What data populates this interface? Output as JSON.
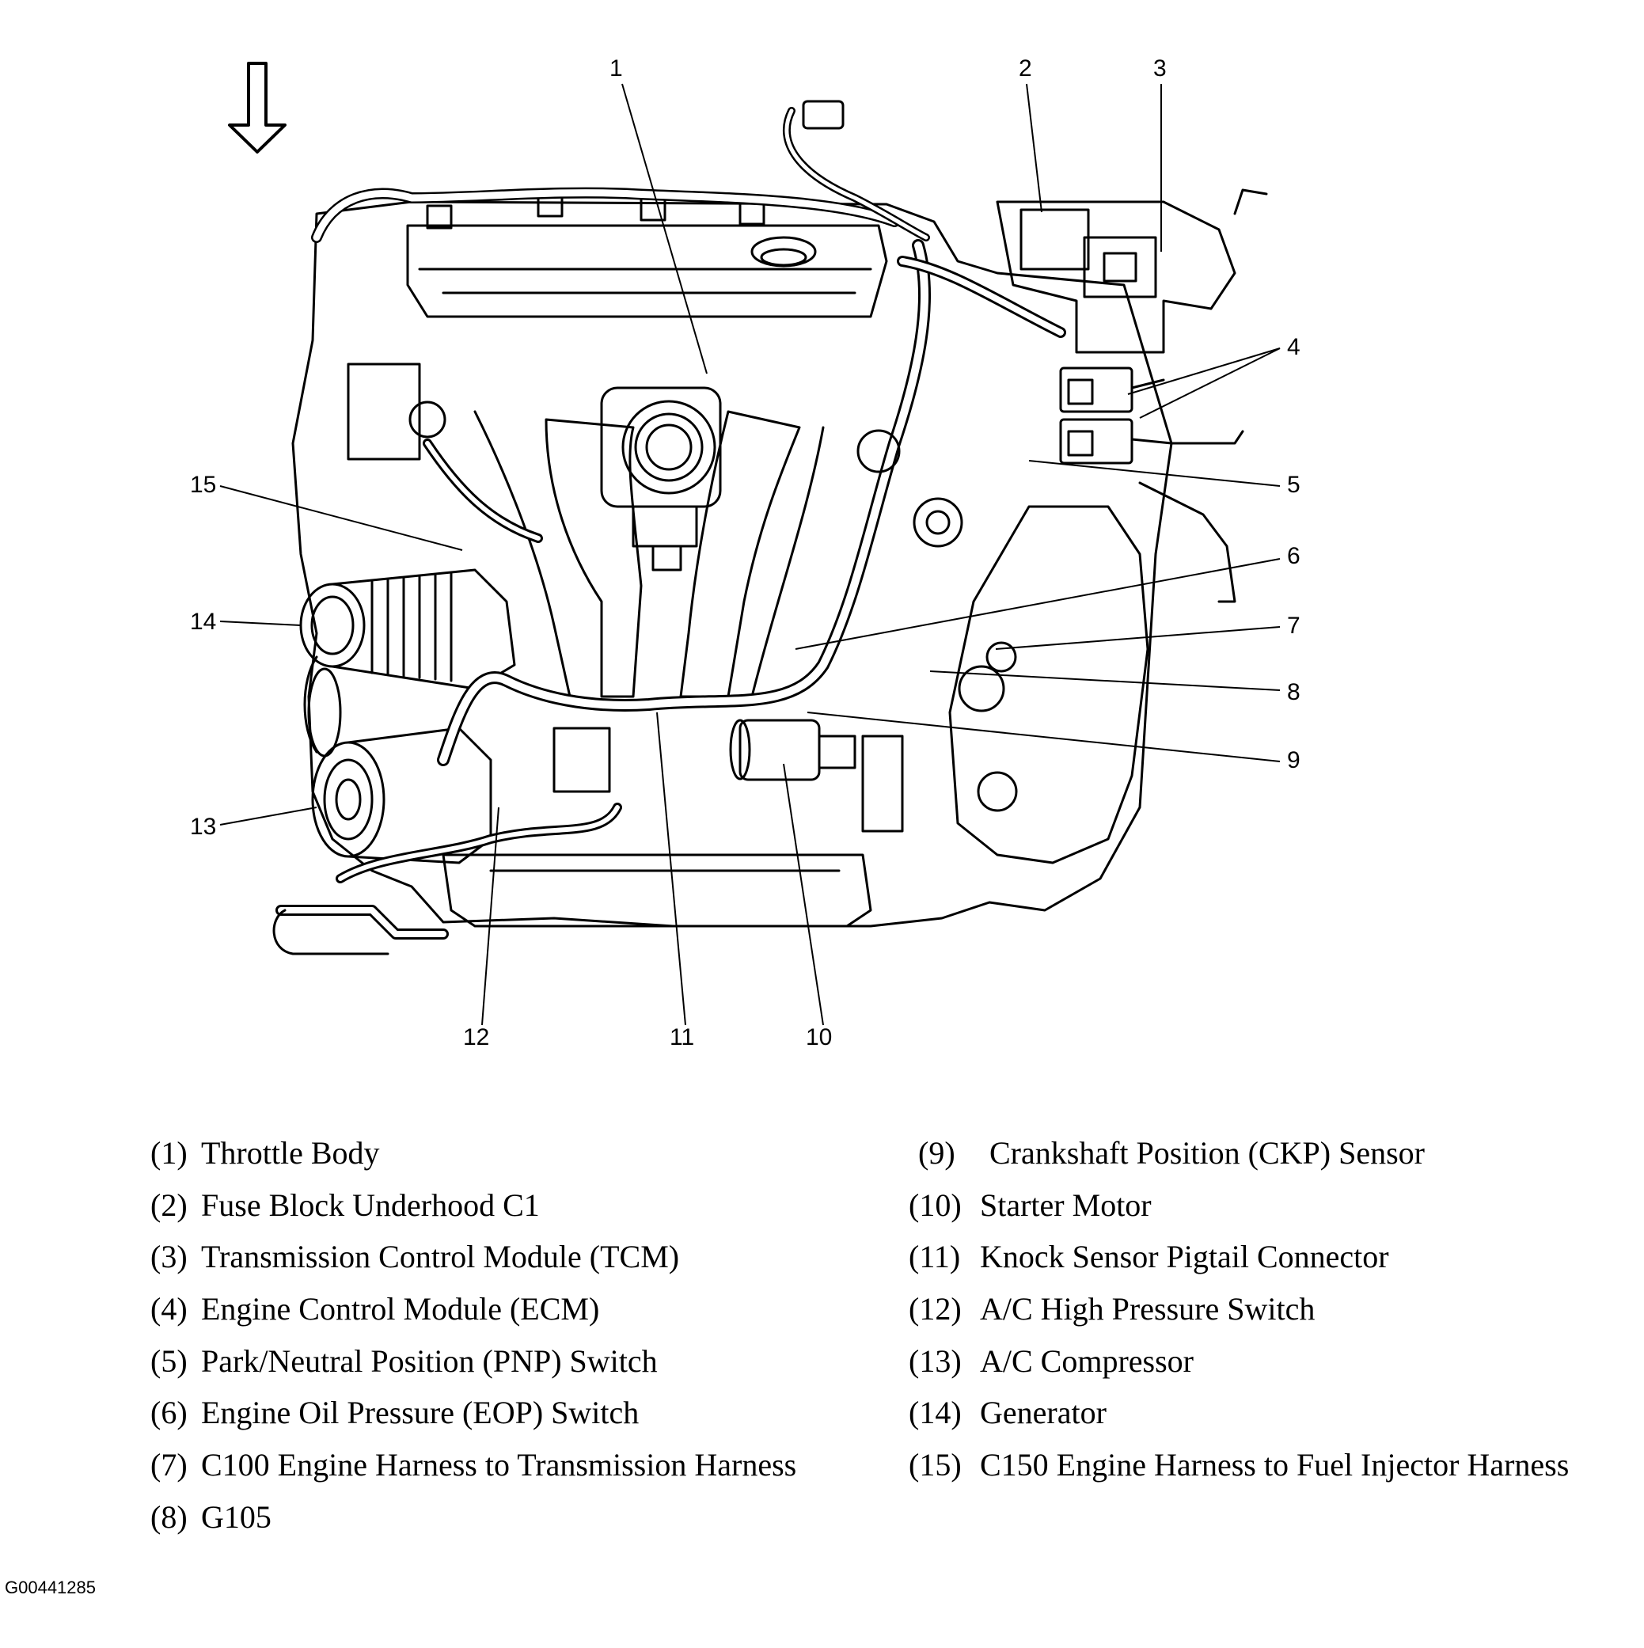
{
  "callouts": [
    "1",
    "2",
    "3",
    "4",
    "5",
    "6",
    "7",
    "8",
    "9",
    "10",
    "11",
    "12",
    "13",
    "14",
    "15"
  ],
  "legend": [
    {
      "num": "(1)",
      "label": "Throttle Body"
    },
    {
      "num": "(2)",
      "label": "Fuse Block Underhood C1"
    },
    {
      "num": "(3)",
      "label": "Transmission Control Module (TCM)"
    },
    {
      "num": "(4)",
      "label": "Engine Control Module (ECM)"
    },
    {
      "num": "(5)",
      "label": "Park/Neutral Position (PNP) Switch"
    },
    {
      "num": "(6)",
      "label": "Engine Oil Pressure (EOP) Switch"
    },
    {
      "num": "(7)",
      "label": "C100 Engine Harness to Transmission Harness"
    },
    {
      "num": "(8)",
      "label": "G105"
    },
    {
      "num": "(9)",
      "label": "Crankshaft Position (CKP) Sensor"
    },
    {
      "num": "(10)",
      "label": "Starter Motor"
    },
    {
      "num": "(11)",
      "label": "Knock Sensor Pigtail Connector"
    },
    {
      "num": "(12)",
      "label": "A/C High Pressure Switch"
    },
    {
      "num": "(13)",
      "label": "A/C Compressor"
    },
    {
      "num": "(14)",
      "label": "Generator"
    },
    {
      "num": "(15)",
      "label": "C150 Engine Harness to Fuel Injector Harness"
    }
  ],
  "figure_id": "G00441285",
  "icons": {
    "direction": "down-arrow-icon"
  }
}
